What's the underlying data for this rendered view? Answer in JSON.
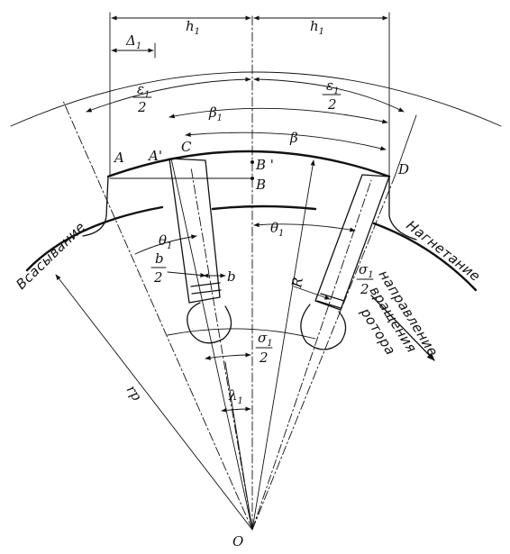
{
  "labels": {
    "h1_left": "h",
    "h1_right": "h",
    "one": "1",
    "delta1": "Δ",
    "eps1": "ε",
    "two": "2",
    "beta1": "β",
    "beta": "β",
    "point_A": "A",
    "point_A_prime": "A'",
    "point_C": "C",
    "point_B_prime": "B '",
    "point_B": "B",
    "point_D": "D",
    "theta1": "θ",
    "b": "b",
    "sigma1": "σ",
    "lambda1": "λ",
    "R": "R",
    "rp": "rp",
    "origin_O": "O"
  },
  "words": {
    "suction": "Всасывание",
    "discharge": "Нагнетание",
    "rotation_line1": "направление",
    "rotation_line2": "вращения",
    "rotation_line3": "ротора"
  }
}
